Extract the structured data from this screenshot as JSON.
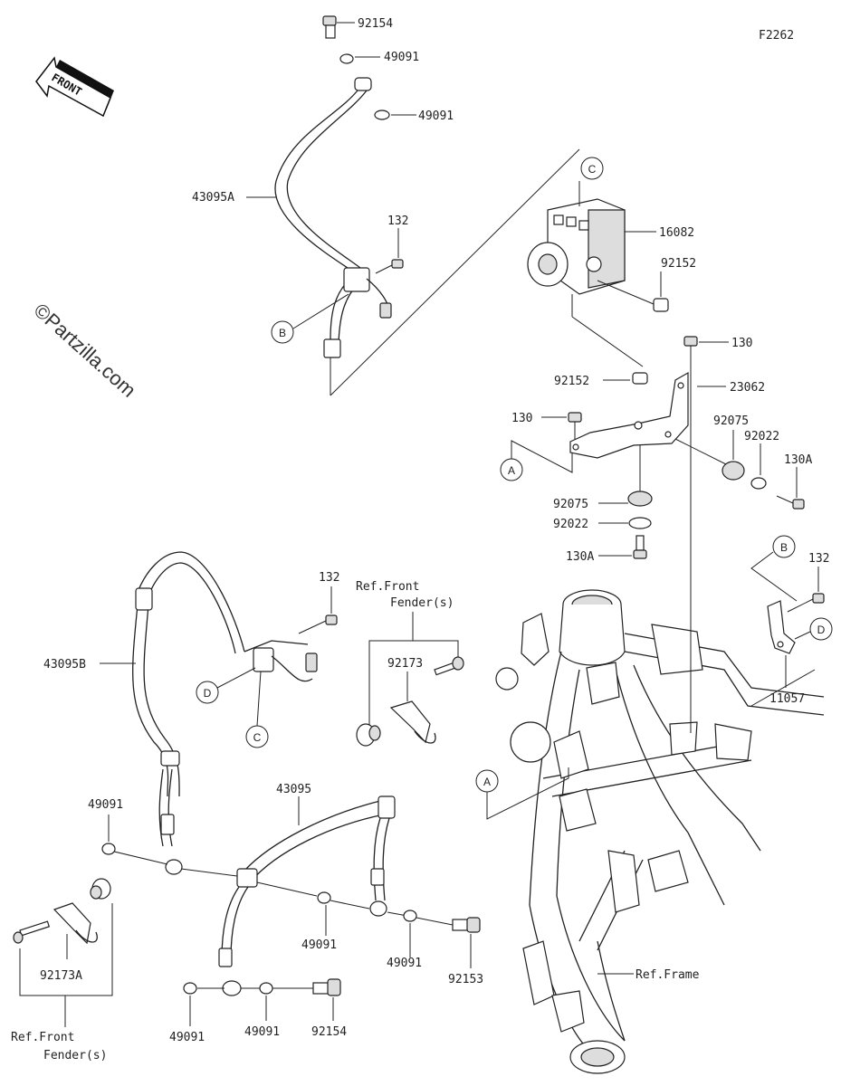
{
  "figure_code": "F2262",
  "watermark": "©Partzilla.com",
  "front_label": "FRONT",
  "callouts": {
    "A": "A",
    "B": "B",
    "C": "C",
    "D": "D"
  },
  "labels": {
    "p92154_top": "92154",
    "p49091_top1": "49091",
    "p49091_top2": "49091",
    "p43095A": "43095A",
    "p132_top": "132",
    "p16082": "16082",
    "p92152_right": "92152",
    "p130_right": "130",
    "p92152_mid": "92152",
    "p23062": "23062",
    "p130_mid": "130",
    "p92075_right": "92075",
    "p92022_right": "92022",
    "p130A_right": "130A",
    "p92075_mid": "92075",
    "p92022_mid": "92022",
    "p130A_mid": "130A",
    "p132_right": "132",
    "p11057": "11057",
    "p132_left": "132",
    "p43095B": "43095B",
    "ref_front_fender_1": "Ref.Front",
    "ref_front_fender_2": "Fender(s)",
    "p92173": "92173",
    "p43095": "43095",
    "p49091_left": "49091",
    "p49091_mid": "49091",
    "p49091_mid2": "49091",
    "p92153": "92153",
    "p92173A": "92173A",
    "p49091_bot1": "49091",
    "p49091_bot2": "49091",
    "p92154_bot": "92154",
    "ref_front_fender_b1": "Ref.Front",
    "ref_front_fender_b2": "Fender(s)",
    "ref_frame": "Ref.Frame"
  }
}
